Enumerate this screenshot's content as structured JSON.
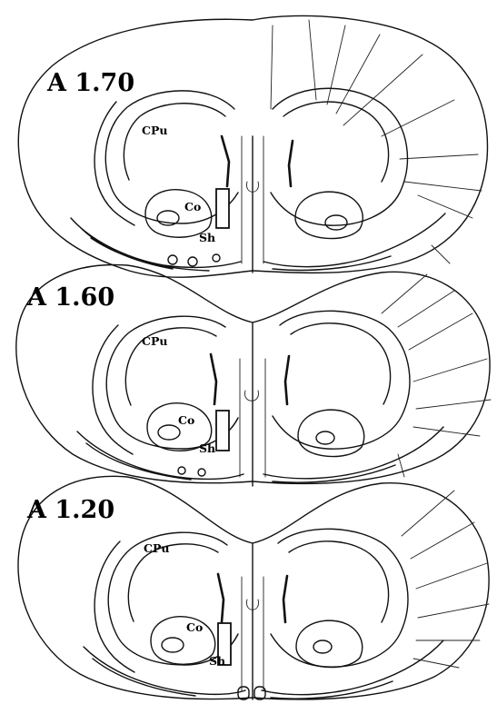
{
  "figure": {
    "sections": [
      {
        "level": "A 1.70",
        "labels": {
          "cpu": "CPu",
          "co": "Co",
          "sh": "Sh"
        }
      },
      {
        "level": "A 1.60",
        "labels": {
          "cpu": "CPu",
          "co": "Co",
          "sh": "Sh"
        }
      },
      {
        "level": "A 1.20",
        "labels": {
          "cpu": "CPu",
          "co": "Co",
          "sh": "Sh"
        }
      }
    ],
    "colors": {
      "ink": "#111111",
      "background": "#ffffff"
    }
  }
}
